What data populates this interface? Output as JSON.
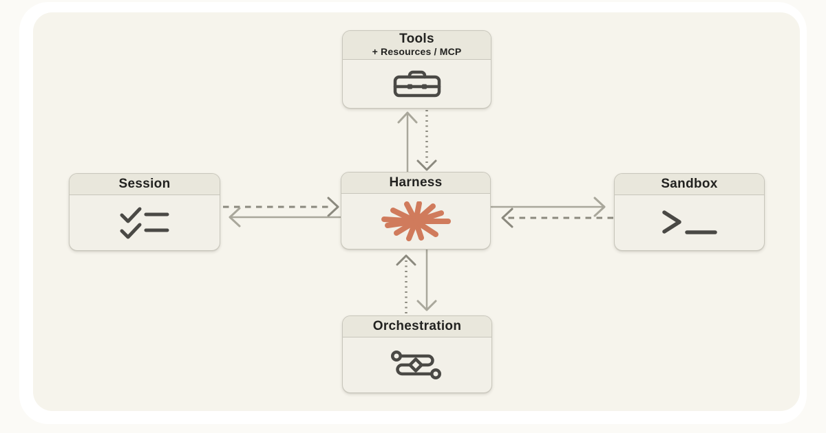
{
  "colors": {
    "page-bg": "#fbfaf6",
    "frame-bg": "#ffffff",
    "card-bg": "#f6f4ec",
    "node-header-bg": "#e9e7dc",
    "node-body-bg": "#f2f0e8",
    "node-border": "#c8c6bb",
    "node-text": "#222220",
    "icon-stroke": "#4a4945",
    "accent": "#d07b5c",
    "arrow-solid": "#a9a79b",
    "arrow-dashed": "#8b897e"
  },
  "nodes": {
    "tools": {
      "label": "Tools",
      "sublabel": "+ Resources / MCP",
      "icon": "toolbox-icon"
    },
    "session": {
      "label": "Session",
      "icon": "checklist-icon"
    },
    "harness": {
      "label": "Harness",
      "icon": "starburst-icon"
    },
    "sandbox": {
      "label": "Sandbox",
      "icon": "terminal-prompt-icon"
    },
    "orchestration": {
      "label": "Orchestration",
      "icon": "route-icon"
    }
  },
  "edges": [
    {
      "from": "harness",
      "to": "tools",
      "style": "solid"
    },
    {
      "from": "tools",
      "to": "harness",
      "style": "dotted"
    },
    {
      "from": "session",
      "to": "harness",
      "style": "dashed"
    },
    {
      "from": "harness",
      "to": "session",
      "style": "solid"
    },
    {
      "from": "harness",
      "to": "sandbox",
      "style": "solid"
    },
    {
      "from": "sandbox",
      "to": "harness",
      "style": "dashed"
    },
    {
      "from": "orchestration",
      "to": "harness",
      "style": "dotted"
    },
    {
      "from": "harness",
      "to": "orchestration",
      "style": "solid"
    }
  ]
}
